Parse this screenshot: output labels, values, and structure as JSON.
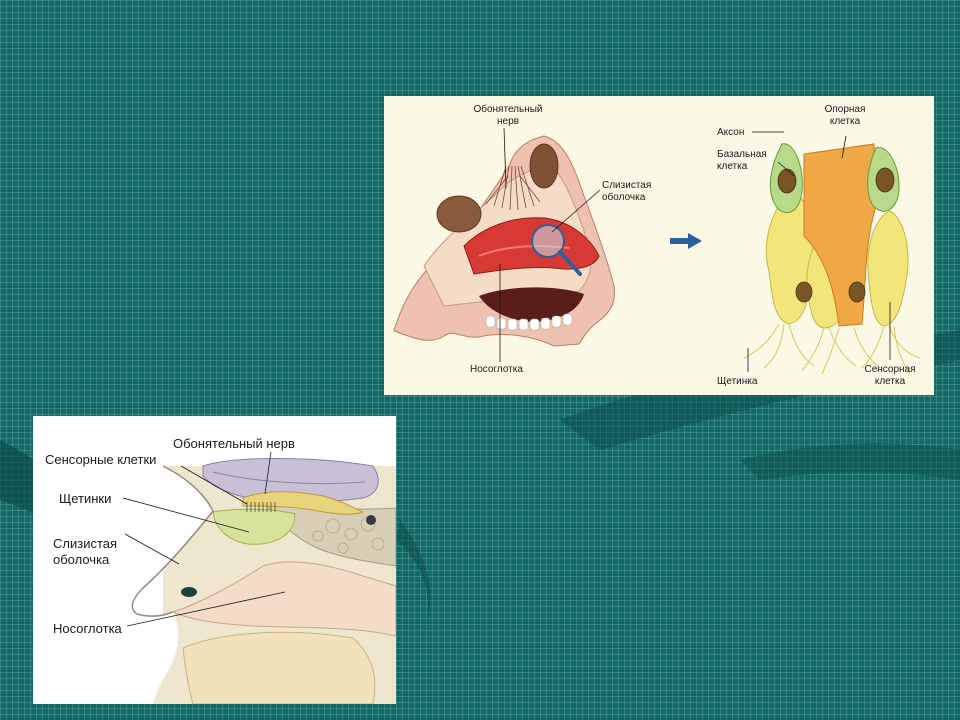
{
  "top_figure": {
    "labels": {
      "olfactory_nerve": "Обонятельный\nнерв",
      "mucosa": "Слизистая\nоболочка",
      "nasopharynx": "Носоглотка",
      "support_cell": "Опорная\nклетка",
      "axon": "Аксон",
      "basal_cell": "Базальная\nклетка",
      "cilium": "Щетинка",
      "sensory_cell": "Сенсорная\nклетка"
    },
    "arrow_icon": "right-arrow-icon"
  },
  "bottom_figure": {
    "labels": {
      "olfactory_nerve": "Обонятельный нерв",
      "sensory_cells": "Сенсорные клетки",
      "cilia": "Щетинки",
      "mucosa": "Слизистая\nоболочка",
      "nasopharynx": "Носоглотка"
    }
  },
  "colors": {
    "background": "#0f6b66",
    "panel_top": "#fbf8e6",
    "panel_bottom": "#ffffff"
  }
}
